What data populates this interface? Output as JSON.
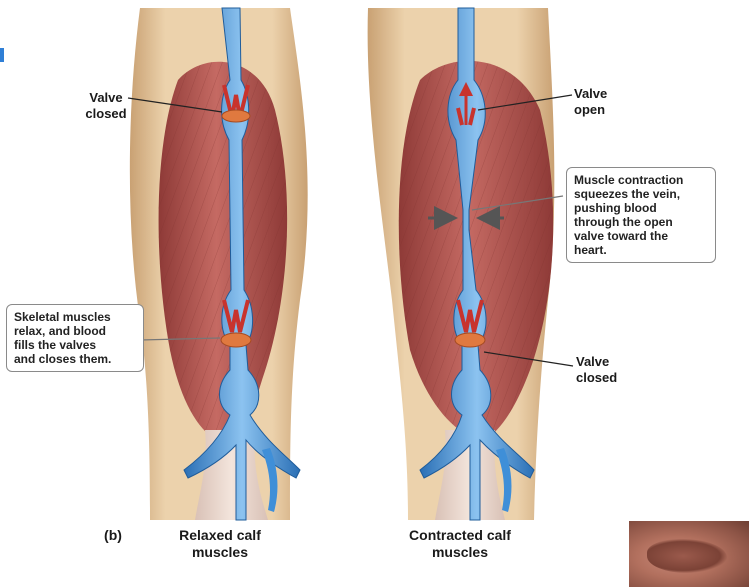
{
  "panel_letter": "(b)",
  "left": {
    "valve_label": "Valve\nclosed",
    "callout": "Skeletal muscles\nrelax, and blood\nfills the valves\nand closes them.",
    "caption": "Relaxed calf\nmuscles"
  },
  "right": {
    "valve_top_label": "Valve\nopen",
    "callout": "Muscle contraction\nsqueezes the vein,\npushing blood\nthrough the open\nvalve toward the\nheart.",
    "valve_bottom_label": "Valve\nclosed",
    "caption": "Contracted calf\nmuscles"
  },
  "colors": {
    "skin": "#e7c9a0",
    "muscle": "#b5544f",
    "vein": "#3f8fd8",
    "blood": "#c8332d"
  }
}
